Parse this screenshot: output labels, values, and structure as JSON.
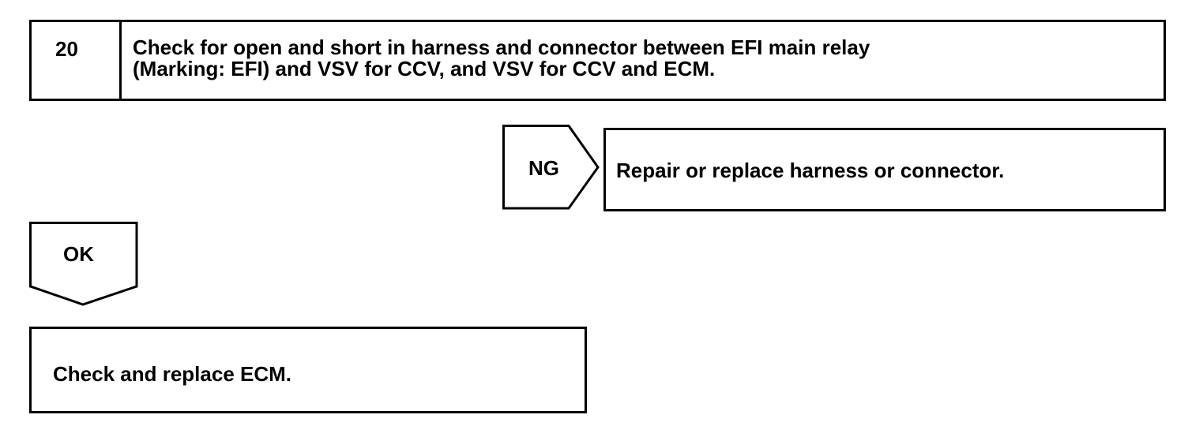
{
  "step": {
    "number": "20",
    "title": "Check for open and short in harness and connector between EFI main relay\n(Marking: EFI) and VSV for CCV, and VSV for CCV and ECM."
  },
  "ng_branch": {
    "label": "NG",
    "result": "Repair or replace harness or connector."
  },
  "ok_branch": {
    "label": "OK",
    "result": "Check and replace ECM."
  }
}
